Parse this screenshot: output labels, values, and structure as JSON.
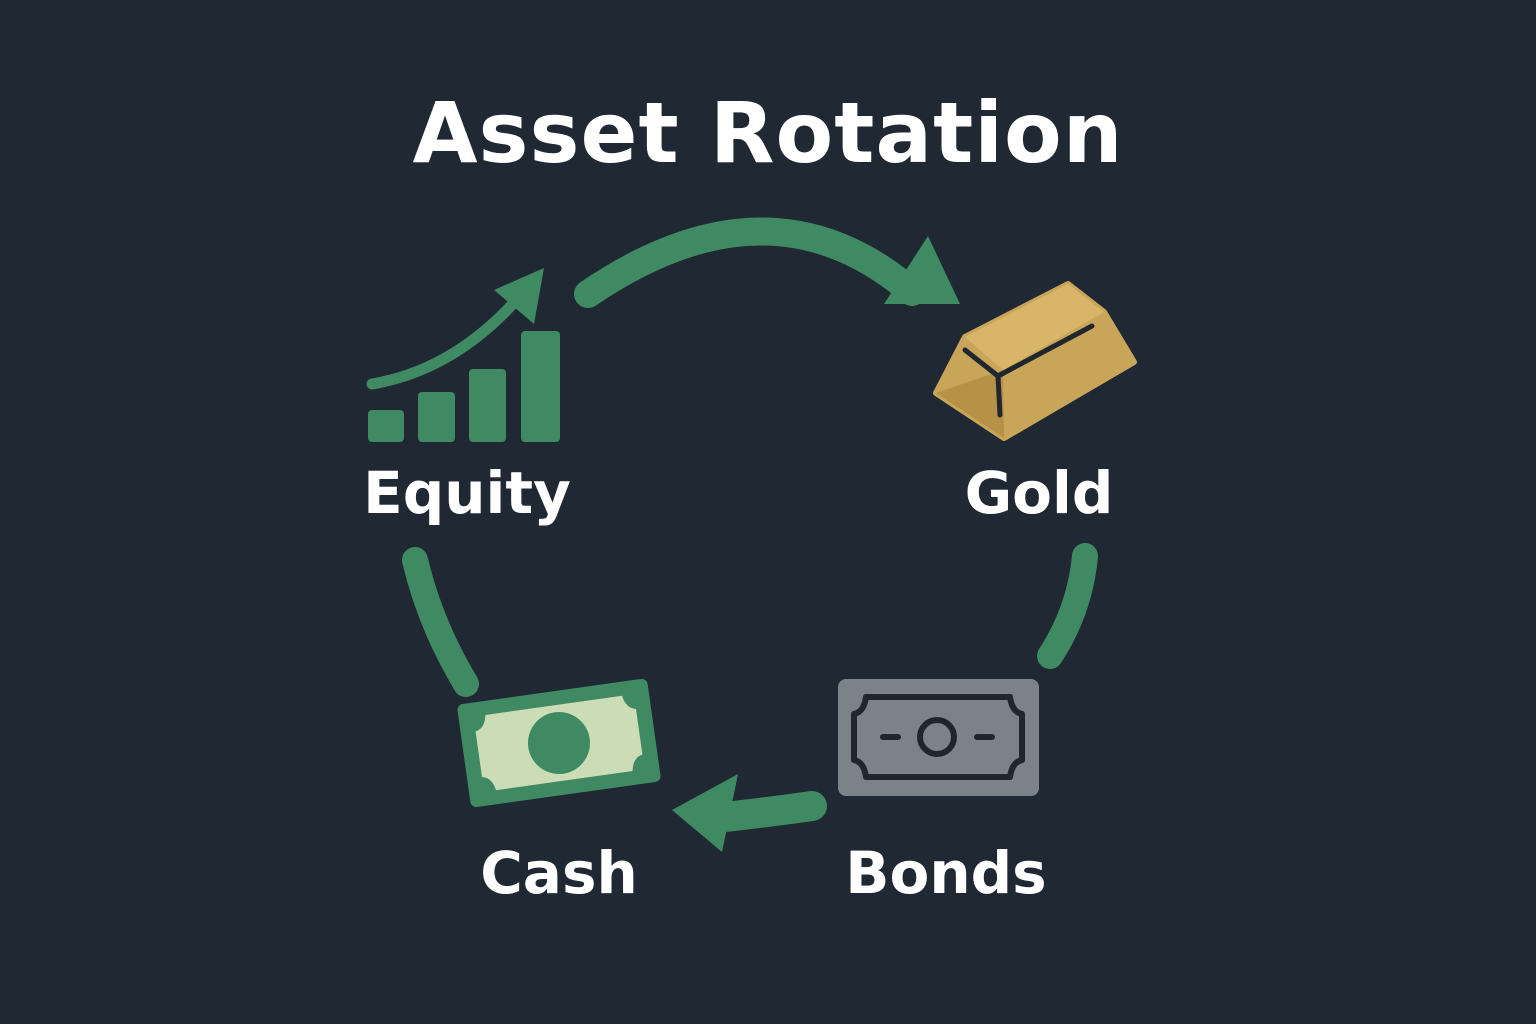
{
  "title": "Asset Rotation",
  "colors": {
    "background": "#202834",
    "accent_green": "#3f8a63",
    "gold": "#c9a559",
    "bond_gray": "#7b828a",
    "cash_light": "#cbdcb6",
    "text": "#ffffff",
    "outline": "#20262e"
  },
  "nodes": [
    {
      "id": "equity",
      "label": "Equity",
      "icon": "bar-chart-up-arrow-icon"
    },
    {
      "id": "gold",
      "label": "Gold",
      "icon": "gold-bar-icon"
    },
    {
      "id": "bonds",
      "label": "Bonds",
      "icon": "bond-certificate-icon"
    },
    {
      "id": "cash",
      "label": "Cash",
      "icon": "banknote-icon"
    }
  ],
  "edges": [
    {
      "from": "equity",
      "to": "gold",
      "arrowhead": true
    },
    {
      "from": "gold",
      "to": "bonds",
      "arrowhead": false
    },
    {
      "from": "bonds",
      "to": "cash",
      "arrowhead": true
    },
    {
      "from": "cash",
      "to": "equity",
      "arrowhead": false
    }
  ]
}
